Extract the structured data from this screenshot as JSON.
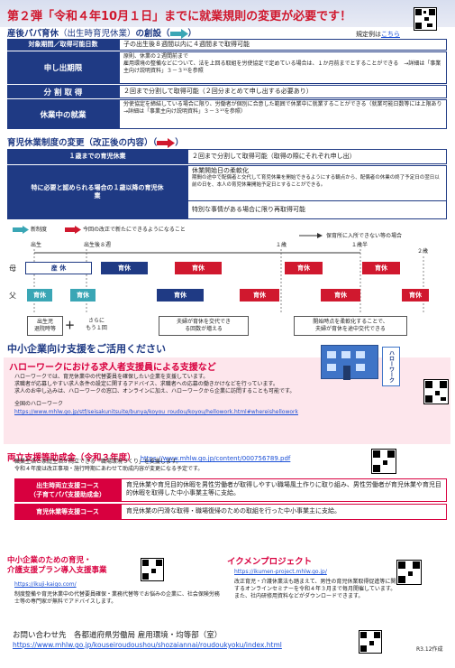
{
  "banner": {
    "title": "第２弾「令和４年10月１日」までに就業規則の変更が必要です！"
  },
  "sec1": {
    "title": "産後パパ育休",
    "title_paren": "（出生時育児休業）",
    "title_suffix": "の創設（",
    "title_close": "）",
    "rule_note": "規定例は",
    "rule_link": "こちら",
    "rows": [
      {
        "label": "対象期間／取得可能日数",
        "text": "子の出生後８週間以内に４週間まで取得可能"
      },
      {
        "label": "申し出期限",
        "text": "原則、休業の２週間前まで\n雇用環境の整備などについて、法を上回る取組を労使協定で定めている場合は、１か月前までとすることができる　→詳細は「事業主向け説明資料」３－３¹¹を参照"
      },
      {
        "label": "分 割 取 得",
        "text": "２回まで分割して取得可能（２回分まとめて申し出する必要あり）"
      },
      {
        "label": "休業中の就業",
        "text": "労使協定を締結している場合に限り、労働者が個別に合意した範囲で休業中に就業することができる（就業可能日数等には上限あり　→詳細は「事業主向け説明資料」３－３¹³を参照）"
      }
    ]
  },
  "sec2": {
    "title": "育児休業制度の変更（改正後の内容）（",
    "title_close": "）",
    "rows": [
      {
        "label": "１歳までの育児休業",
        "text": "２回まで分割して取得可能（取得の際にそれぞれ申し出）"
      },
      {
        "label": "特に必要と認められる場合の１歳以降の育児休業",
        "sub1_title": "休業開始日の柔軟化",
        "sub1_text": "期間の途中で配偶者と交代して育児休業を開始できるようにする観点から、配偶者の休業の終了予定日の翌日以前の日を、本人の育児休業開始予定日とすることができる。",
        "sub2": "特別な事情がある場合に限り再取得可能"
      }
    ]
  },
  "diagram": {
    "legend_new": "新制度",
    "legend_old": "今回の改正で新たにできるようになること",
    "labels": {
      "birth": "出生",
      "w8": "出生後８週",
      "y1": "１歳",
      "y1h": "１歳半",
      "y2": "２歳",
      "nursery": "保育所に入所できない等の場合",
      "mother": "母",
      "father": "父"
    },
    "bars": {
      "sanjyu": "産 休",
      "ikukyu": "育休"
    },
    "callouts": {
      "c1a": "出生児\n退院時等",
      "plus": "＋",
      "c1b": "さらに\nもう１回",
      "c2": "夫婦が育休を交代でき\nる回数が増える",
      "c3": "開始時点を柔軟化することで、\n夫婦が育休を途中交代できる"
    }
  },
  "support": {
    "title": "中小企業向け支援をご活用ください",
    "hw_title": "ハローワークにおける求人者支援員による支援など",
    "hw_text": "ハローワークでは、育児休業中の代替要員を確保したい企業を支援しています。\n求職者が応募しやすい求人条件の設定に関するアドバイス、求職者への応募の働きかけなどを行っています。\n求人のお申し込みは、ハローワークの窓口、オンラインに加え、ハローワークから企業に訪問することも可能です。",
    "hw_list_title": "全国のハローワーク",
    "hw_url": "https://www.mhlw.go.jp/stf/seisakunitsuite/bunya/koyou_roudou/koyou/hellowork.html#whereishellowork",
    "hw_sign": "ハローワーク",
    "ryo_title": "両立支援等助成金（令和３年度）",
    "ryo_url": "https://www.mhlw.go.jp/content/000756789.pdf",
    "ryo_text": "職業生活と家庭生活が両立できる「職場環境づくり」を支援します。\n令和４年度は改正事項・施行時期にあわせて助成内容が変更になる予定です。",
    "courses": [
      {
        "label": "出生時両立支援コース\n（子育てパパ支援助成金）",
        "text": "育児休業や育児目的休暇を男性労働者が取得しやすい職場風土作りに取り組み、男性労働者が育児休業や育児目的休暇を取得した中小事業主等に支給。"
      },
      {
        "label": "育児休業等支援コース",
        "text": "育児休業の円滑な取得・職場復帰のための取組を行った中小事業主に支給。"
      }
    ],
    "plan_title": "中小企業のための育児・\n介護支援プラン導入支援事業",
    "plan_url": "https://ikuji-kaigo.com/",
    "plan_text": "制度整備や育児休業中の代替要員確保・業務代替等でお悩みの企業に、社会保険労務士等の専門家が無料でアドバイスします。",
    "ikumen_title": "イクメンプロジェクト",
    "ikumen_url": "https://ikumen-project.mhlw.go.jp/",
    "ikumen_text": "改正育児・介護休業法も踏まえて、男性の育児休業取得促進等に関するオンラインセミナーを令和４年３月まで毎月開催しています。また、社内研修用資料などがダウンロードできます。"
  },
  "footer": {
    "contact": "お問い合わせ先　各都道府県労働局 雇用環境・均等部（室）",
    "url": "https://www.mhlw.go.jp/kouseiroudoushou/shozaiannai/roudoukyoku/index.html",
    "date": "R3.12作成"
  },
  "colors": {
    "navy": "#1f3a84",
    "red": "#d0182e",
    "teal": "#3aa6b5",
    "pink": "#d8003f",
    "banner_bg": "#d6dcef"
  }
}
